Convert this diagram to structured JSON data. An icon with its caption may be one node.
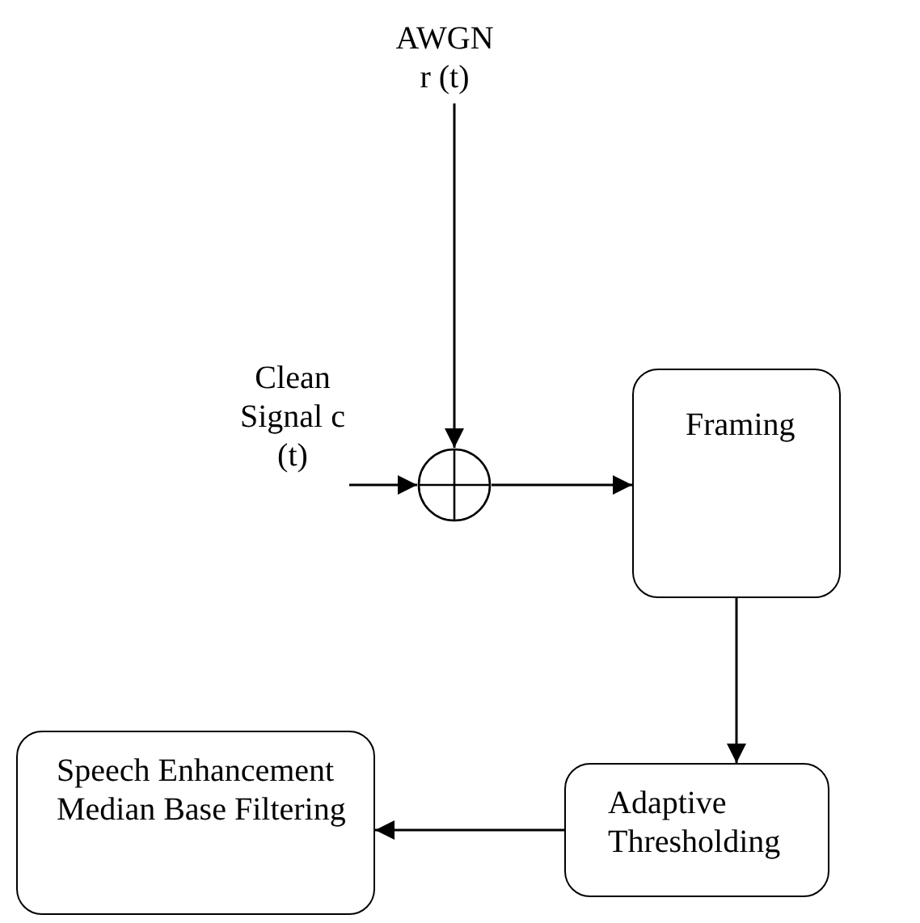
{
  "diagram": {
    "nodes": [
      {
        "text": [
          "AWGN r (t)"
        ]
      },
      {
        "text": [
          "Clean Signal c (t)"
        ]
      },
      {
        "text": [],
        "shape": "circle"
      },
      {
        "text": [
          "Framing"
        ]
      },
      {
        "text": [
          "Adaptive Thresholding"
        ]
      },
      {
        "text": [
          "Speech Enhancement Median Base Filtering"
        ]
      }
    ],
    "edges": [
      {
        "from": 0,
        "to": 2,
        "arrow": "to"
      },
      {
        "from": 1,
        "to": 2,
        "arrow": "to"
      },
      {
        "from": 2,
        "to": 3,
        "arrow": "to"
      },
      {
        "from": 3,
        "to": 4,
        "arrow": "to"
      },
      {
        "from": 4,
        "to": 5,
        "arrow": "to"
      }
    ]
  }
}
